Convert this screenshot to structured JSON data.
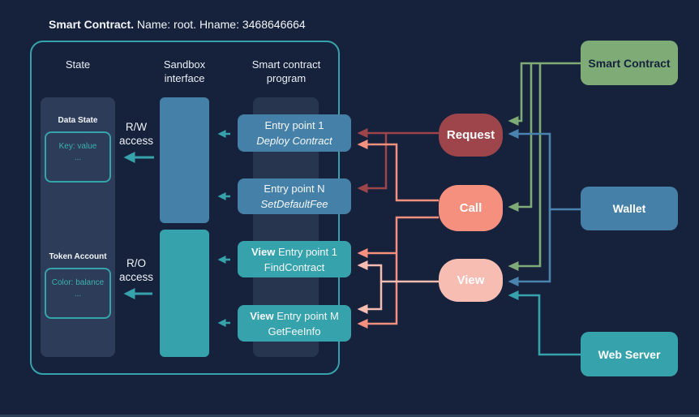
{
  "title": {
    "prefix": "Smart Contract.",
    "rest": " Name: root. Hname: 3468646664"
  },
  "columns": {
    "state": "State",
    "sandbox": "Sandbox\ninterface",
    "program": "Smart contract\nprogram"
  },
  "state_panel": {
    "data_state": {
      "label": "Data State",
      "entry": "Key: value",
      "more": "..."
    },
    "token_account": {
      "label": "Token Account",
      "entry": "Color: balance",
      "more": "..."
    }
  },
  "access": {
    "rw": "R/W\naccess",
    "ro": "R/O\naccess"
  },
  "entry_points": [
    {
      "line1_bold": "",
      "line1": "Entry point 1",
      "line2": "Deploy Contract"
    },
    {
      "line1_bold": "",
      "line1": "Entry point N",
      "line2": "SetDefaultFee"
    },
    {
      "line1_bold": "View",
      "line1": " Entry point 1",
      "line2": "FindContract"
    },
    {
      "line1_bold": "View",
      "line1": " Entry point M",
      "line2": "GetFeeInfo"
    }
  ],
  "pills": [
    {
      "label": "Request"
    },
    {
      "label": "Call"
    },
    {
      "label": "View"
    }
  ],
  "sources": [
    {
      "label": "Smart Contract"
    },
    {
      "label": "Wallet"
    },
    {
      "label": "Web Server"
    }
  ],
  "palette": {
    "background": "#16223b",
    "container_border_teal": "#36a3ac",
    "steel_blue": "#4580a8",
    "teal": "#36a3ac",
    "green": "#7fab77",
    "dark_red": "#9e444b",
    "salmon": "#f5907e",
    "pink": "#f7bcb2",
    "blue_line": "#4a84ae",
    "state_panel": "#2c3c59",
    "program_strip": "#27354f",
    "teal_text": "#3eafaf",
    "white_text": "#f2f5f9"
  }
}
